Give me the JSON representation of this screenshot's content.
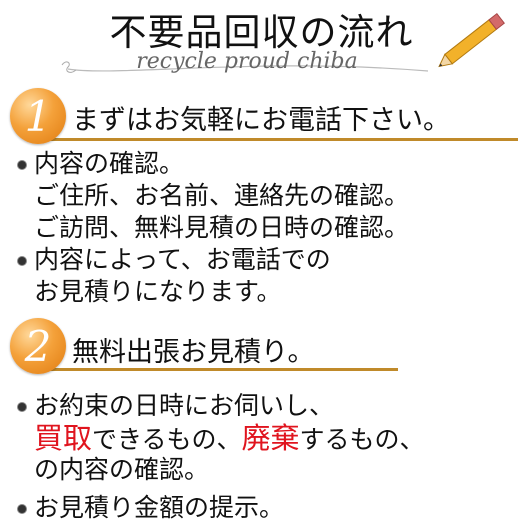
{
  "title": "不要品回収の流れ",
  "subtitle": "recycle proud chiba",
  "steps": [
    {
      "number": "1",
      "label": "まずはお気軽にお電話下さい。"
    },
    {
      "number": "2",
      "label": "無料出張お見積り。"
    }
  ],
  "section1": {
    "item1_line1": "内容の確認。",
    "item1_line2": "ご住所、お名前、連絡先の確認。",
    "item1_line3": "ご訪問、無料見積の日時の確認。",
    "item2_line1": "内容によって、お電話での",
    "item2_line2": "お見積りになります。"
  },
  "section2": {
    "item1_line1": "お約束の日時にお伺いし、",
    "item1_red1": "買取",
    "item1_mid": "できるもの、",
    "item1_red2": "廃棄",
    "item1_end": "するもの、",
    "item1_line3": "の内容の確認。",
    "item2_line1": "お見積り金額の提示。"
  },
  "colors": {
    "accent_orange": "#f4a13a",
    "accent_red": "#e0141e",
    "rule_gold": "#c08a2a"
  }
}
